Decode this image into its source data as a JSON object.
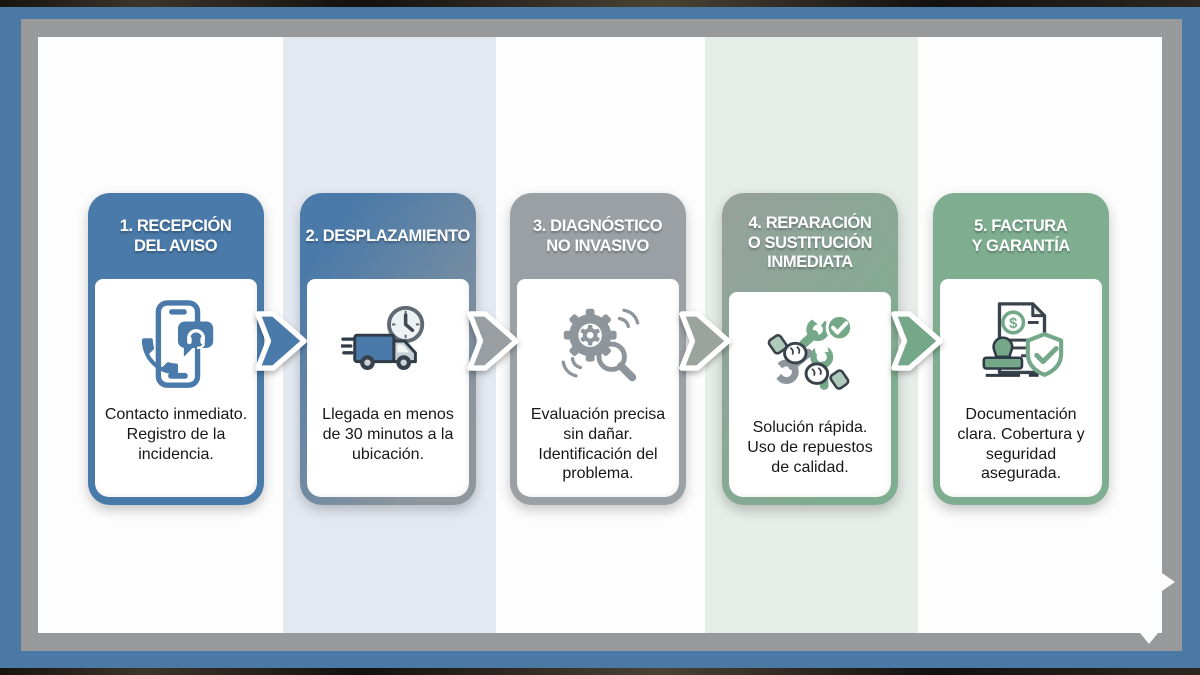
{
  "slide": {
    "type": "process-flow",
    "steps": [
      {
        "title": "1. RECEPCIÓN\nDEL AVISO",
        "description": "Contacto inmediato.\nRegistro de la\nincidencia.",
        "icon": "phone-support-icon",
        "header_colors": [
          "#4a7aa9"
        ]
      },
      {
        "title": "2. DESPLAZAMIENTO",
        "description": "Llegada en menos\nde 30 minutos a la\nubicación.",
        "icon": "speeding-truck-clock-icon",
        "header_colors": [
          "#4a7aa9",
          "#8f979d"
        ]
      },
      {
        "title": "3. DIAGNÓSTICO\nNO INVASIVO",
        "description": "Evaluación precisa\nsin dañar.\nIdentificación del\nproblema.",
        "icon": "gear-magnifier-icon",
        "header_colors": [
          "#9aa0a4"
        ]
      },
      {
        "title": "4. REPARACIÓN\nO SUSTITUCIÓN\nINMEDIATA",
        "description": "Solución rápida.\nUso de repuestos\nde calidad.",
        "icon": "hands-wrenches-check-icon",
        "header_colors": [
          "#95a29c",
          "#7ead90"
        ]
      },
      {
        "title": "5. FACTURA\nY GARANTÍA",
        "description": "Documentación\nclara. Cobertura y\nseguridad\nasegurada.",
        "icon": "invoice-stamp-shield-icon",
        "header_colors": [
          "#7ead90"
        ]
      }
    ],
    "arrows": [
      {
        "direction": "right",
        "color": "#4a7aa9"
      },
      {
        "direction": "right",
        "color": "#989ea2"
      },
      {
        "direction": "right",
        "color": "#9aa39d"
      },
      {
        "direction": "right",
        "color": "#74a888"
      }
    ],
    "palette": {
      "frame_outer": "#4a79a6",
      "frame_inner": "#97999b",
      "content_bg": "#fdfdfd",
      "band_blue": "#e4e9f1",
      "band_green": "#e6ece7",
      "accent_blue": "#4a7aa9",
      "accent_gray": "#9aa0a4",
      "accent_green": "#7ead90"
    }
  }
}
